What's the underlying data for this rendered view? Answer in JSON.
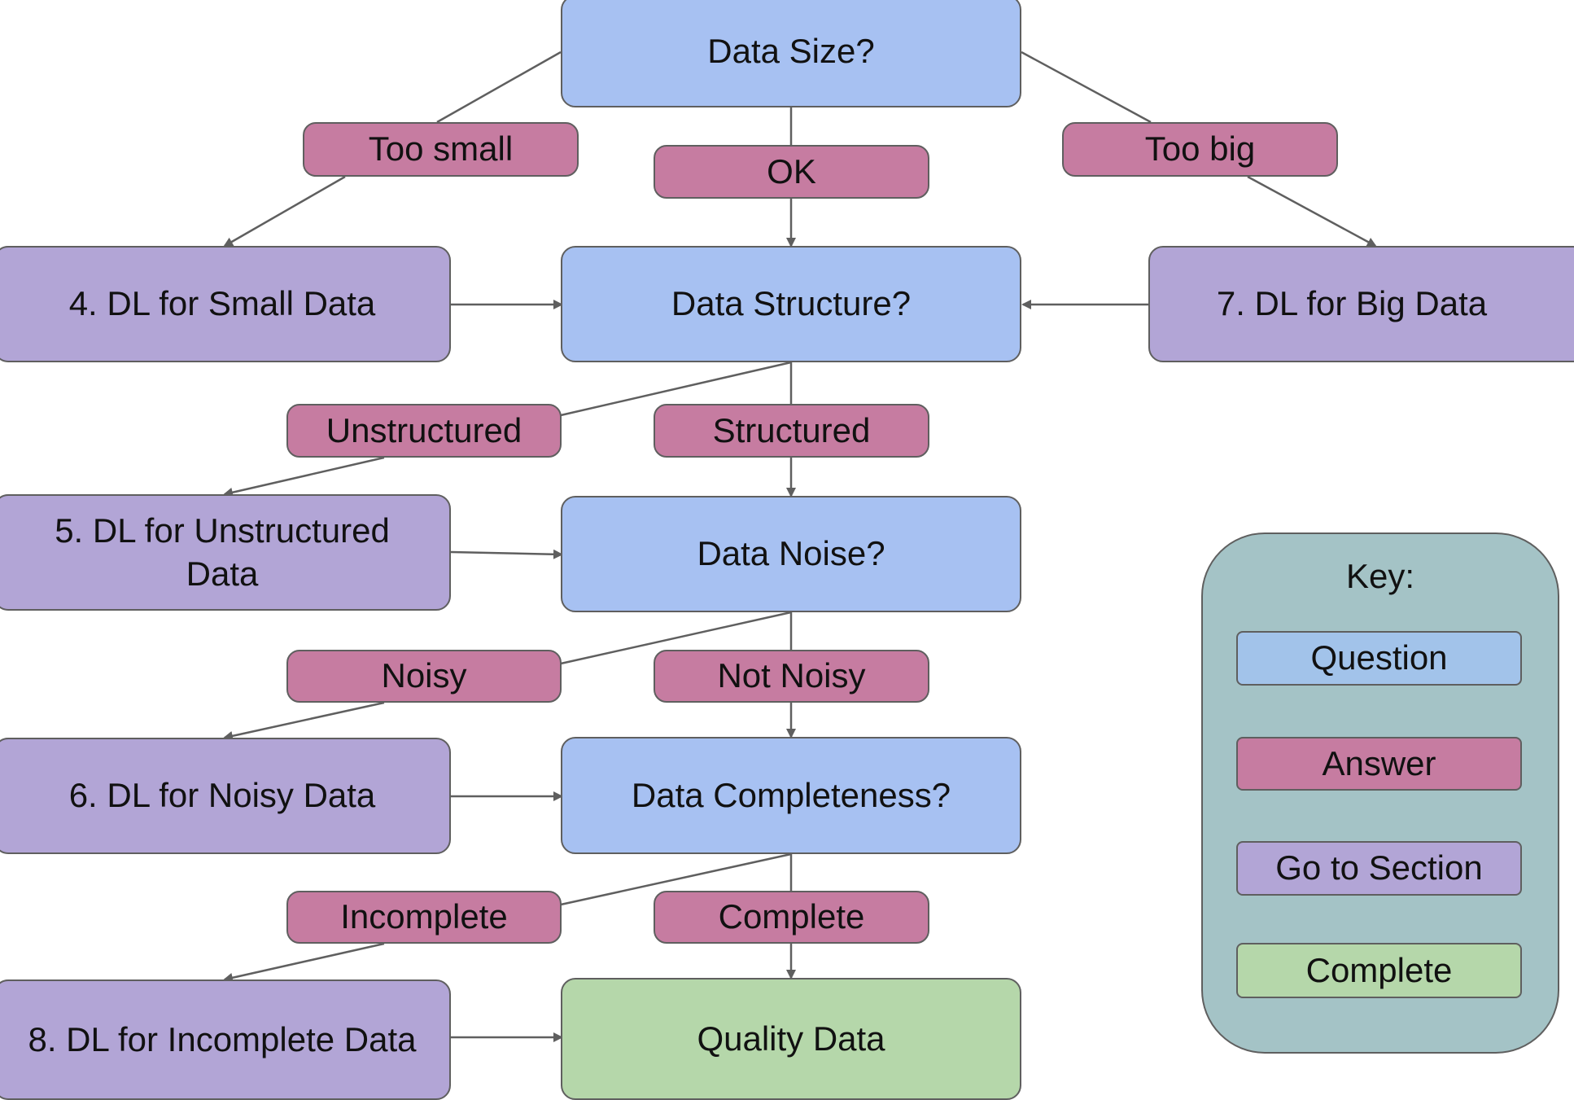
{
  "questions": {
    "size": "Data Size?",
    "structure": "Data Structure?",
    "noise": "Data Noise?",
    "completeness": "Data Completeness?"
  },
  "answers": {
    "too_small": "Too small",
    "ok": "OK",
    "too_big": "Too big",
    "unstructured": "Unstructured",
    "structured": "Structured",
    "noisy": "Noisy",
    "not_noisy": "Not Noisy",
    "incomplete": "Incomplete",
    "complete": "Complete"
  },
  "sections": {
    "small": "4. DL for Small Data",
    "unstructured": "5. DL for Unstructured Data",
    "noisy": "6. DL for Noisy Data",
    "big": "7. DL for Big Data",
    "incomplete": "8. DL for Incomplete Data"
  },
  "outcome": "Quality Data",
  "key": {
    "title": "Key:",
    "question": "Question",
    "answer": "Answer",
    "section": "Go to Section",
    "complete": "Complete"
  },
  "colors": {
    "question": "#a7c1f2",
    "answer": "#c67ca1",
    "section": "#b2a5d6",
    "complete": "#b5d7aa",
    "key_panel": "#a4c3c6",
    "connector": "#5f5f5f"
  }
}
